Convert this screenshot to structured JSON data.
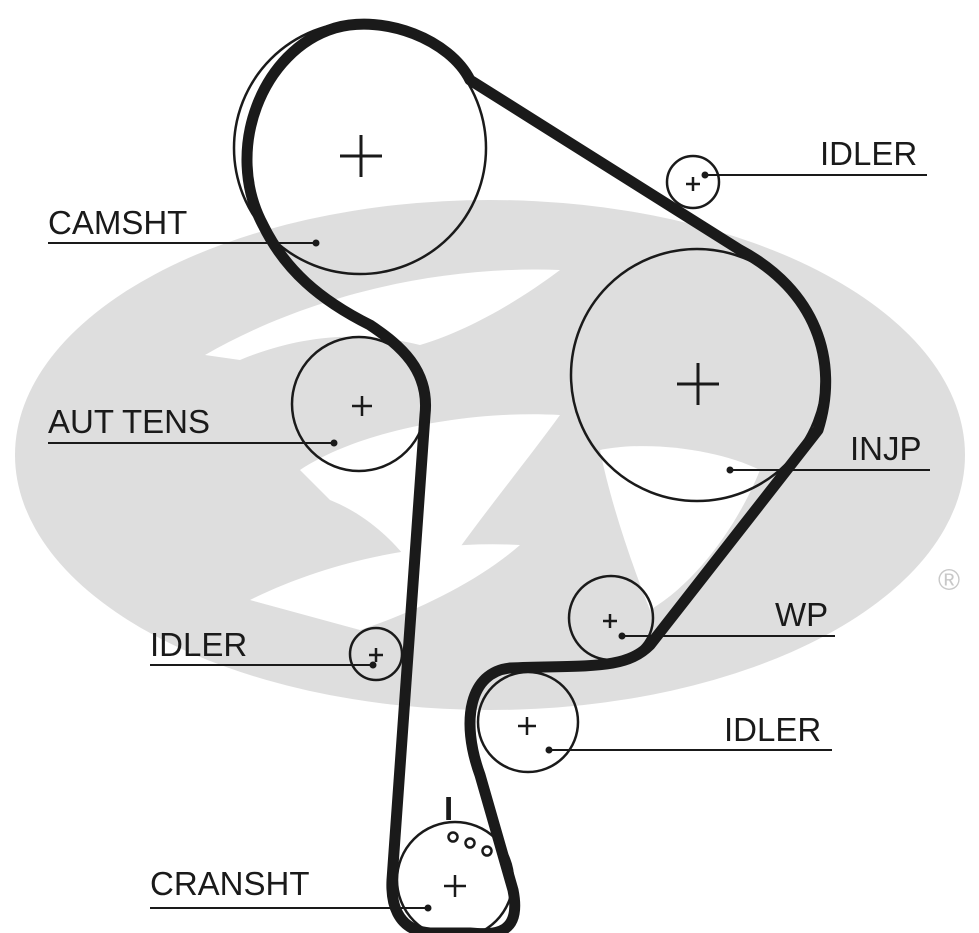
{
  "diagram": {
    "labels": {
      "camshaft": "CAMSHT",
      "auto_tensioner": "AUT TENS",
      "idler_top": "IDLER",
      "injection_pump": "INJP",
      "water_pump": "WP",
      "idler_left": "IDLER",
      "idler_bottom": "IDLER",
      "crankshaft": "CRANSHT"
    },
    "registered_mark": "®",
    "crank_timing_mark": "I"
  },
  "colors": {
    "ink": "#1a1a1a",
    "watermark": "#dedede",
    "background": "#ffffff"
  }
}
